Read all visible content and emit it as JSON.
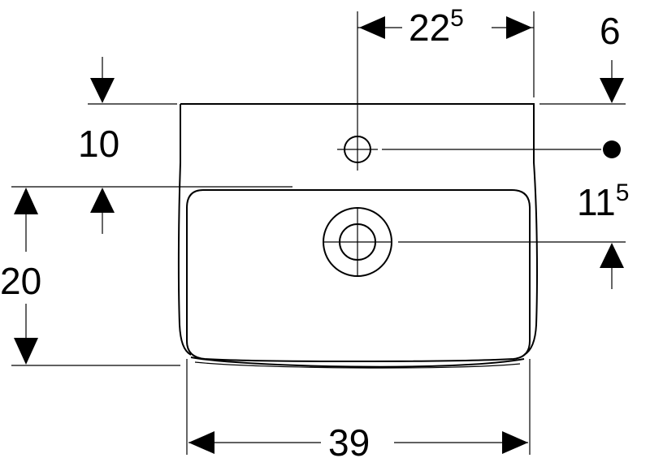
{
  "dimensions": {
    "top_width": {
      "main": "22",
      "sup": "5"
    },
    "top_right": {
      "main": "6"
    },
    "left_upper": {
      "main": "10"
    },
    "right_middle": {
      "main": "11",
      "sup": "5"
    },
    "left_lower": {
      "main": "20"
    },
    "bottom_width": {
      "main": "39"
    }
  }
}
